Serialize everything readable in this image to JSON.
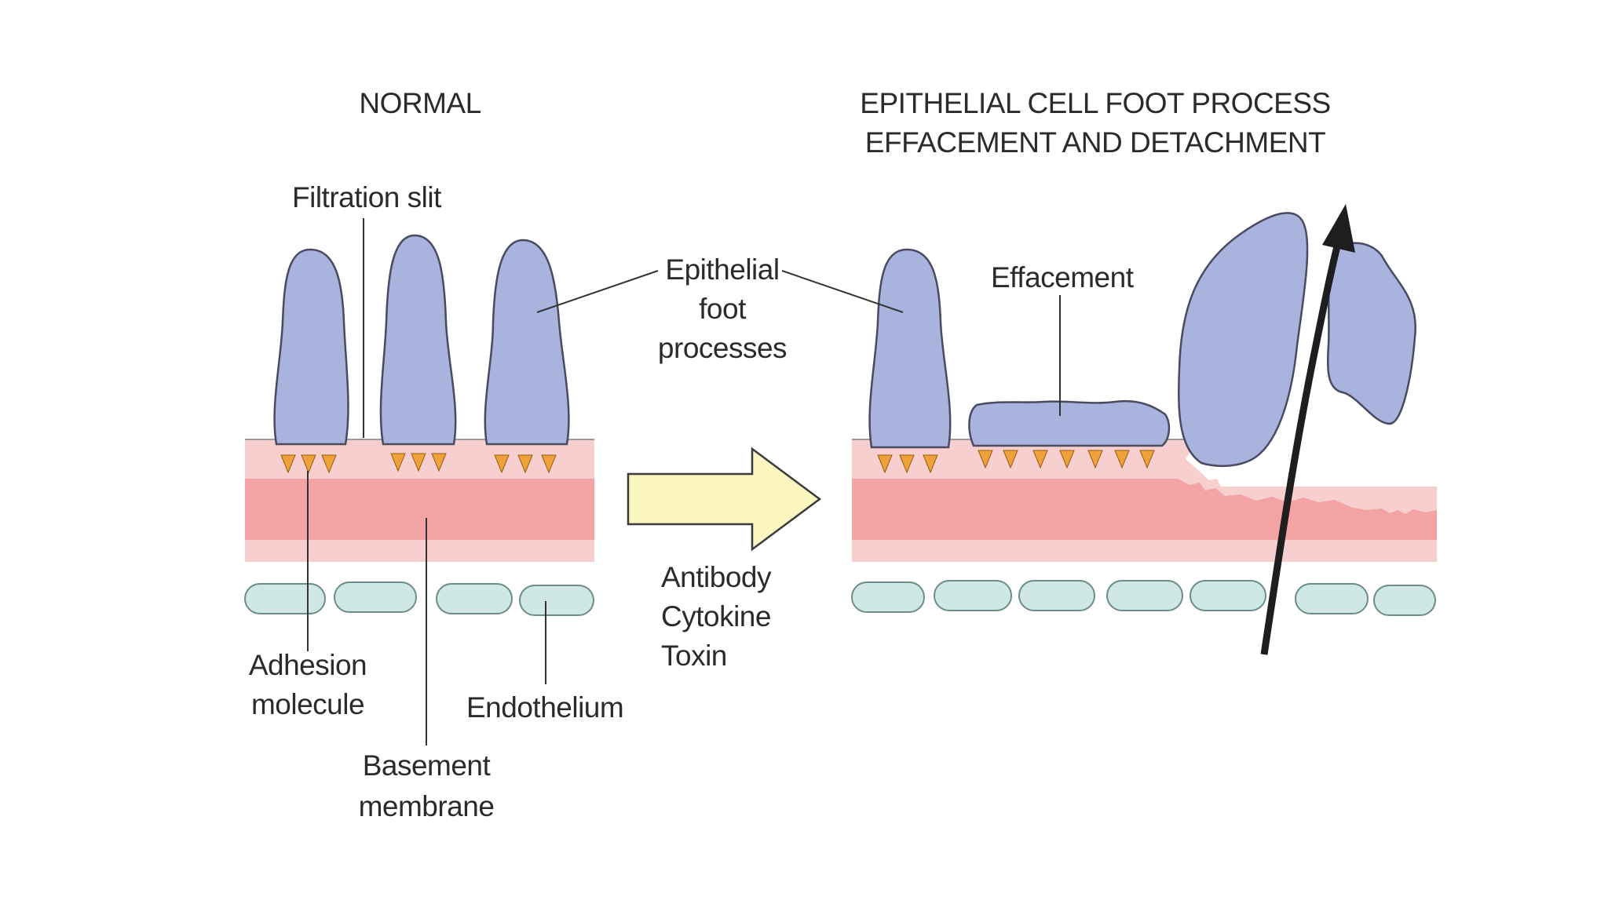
{
  "diagram": {
    "left_title": "NORMAL",
    "right_title_line1": "EPITHELIAL CELL FOOT PROCESS",
    "right_title_line2": "EFFACEMENT AND DETACHMENT",
    "labels": {
      "filtration_slit": "Filtration slit",
      "epithelial_line1": "Epithelial",
      "epithelial_line2": "foot",
      "epithelial_line3": "processes",
      "effacement": "Effacement",
      "adhesion_line1": "Adhesion",
      "adhesion_line2": "molecule",
      "basement_line1": "Basement",
      "basement_line2": "membrane",
      "endothelium": "Endothelium",
      "agent_1": "Antibody",
      "agent_2": "Cytokine",
      "agent_3": "Toxin"
    },
    "colors": {
      "foot_process": "#a9b4de",
      "foot_outline": "#4a4a60",
      "membrane_light": "#f8cfcf",
      "membrane_dark": "#f4a3a5",
      "endothelium_fill": "#cfe8e6",
      "endothelium_outline": "#6c8c8a",
      "adhesion": "#f0a23a",
      "arrow_fill": "#fbf5c0",
      "detach_arrow": "#1e1e1e"
    }
  }
}
